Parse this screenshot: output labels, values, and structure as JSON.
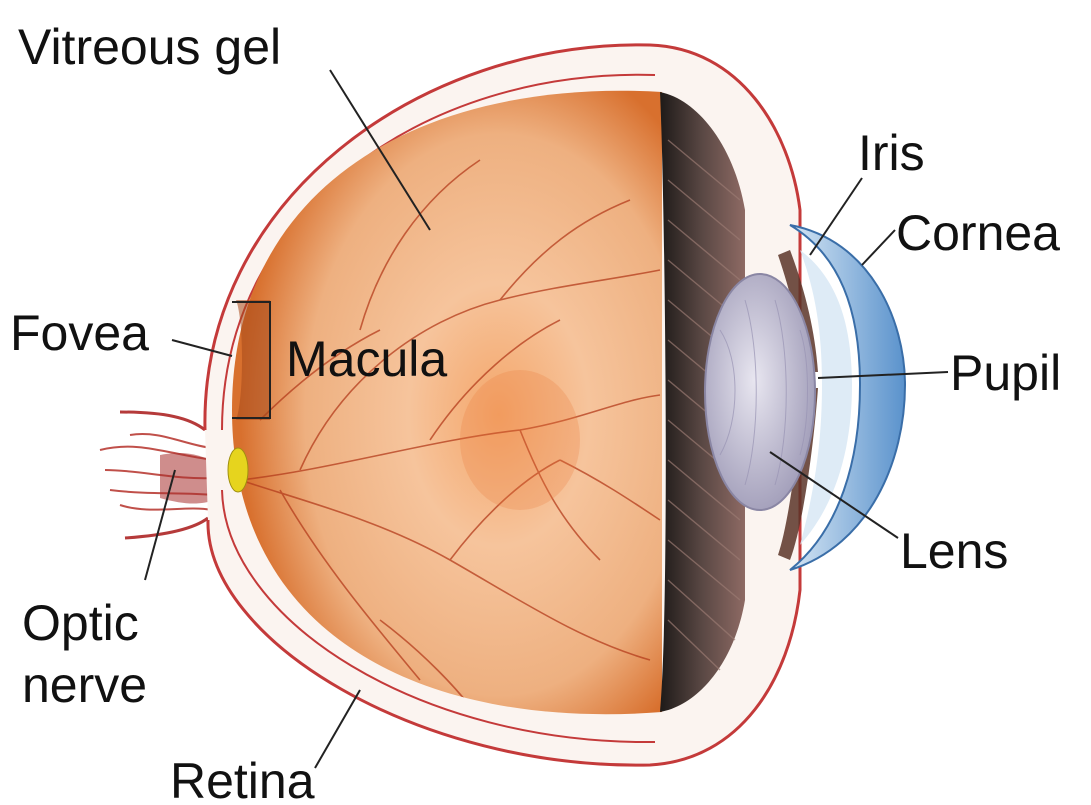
{
  "labels": {
    "vitreous_gel": "Vitreous gel",
    "fovea": "Fovea",
    "macula": "Macula",
    "optic_nerve_line1": "Optic",
    "optic_nerve_line2": "nerve",
    "retina": "Retina",
    "iris": "Iris",
    "cornea": "Cornea",
    "pupil": "Pupil",
    "lens": "Lens"
  },
  "colors": {
    "background": "#ffffff",
    "label_text": "#111111",
    "leader_line": "#222222",
    "sclera_outline": "#c43a3a",
    "vitreous_center": "#f2a060",
    "vitreous_edge": "#d4682a",
    "macula": "#a84a1c",
    "vessel": "#b43c1c",
    "optic_disc": "#e6d41e",
    "ciliary_dark": "#2a2420",
    "cornea": "#7fb0dc",
    "lens": "#c8c4d8"
  },
  "icons": {
    "eyeball": "eye-cross-section-illustration"
  }
}
